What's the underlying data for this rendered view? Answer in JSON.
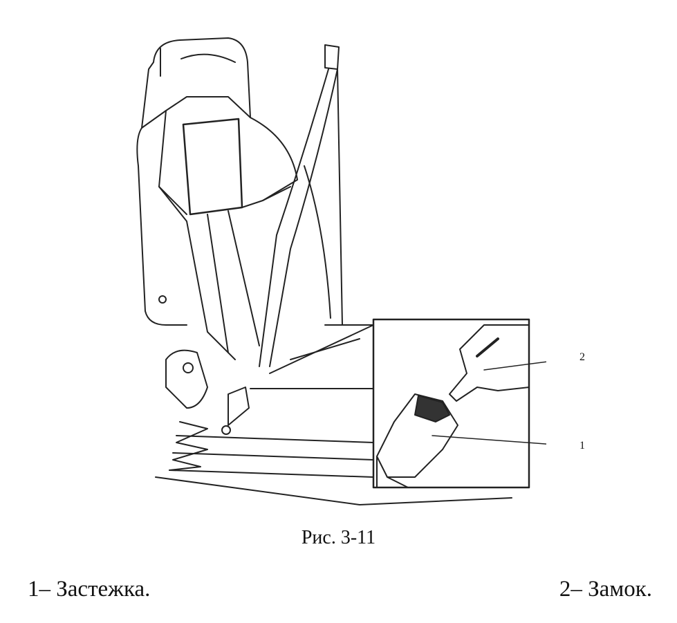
{
  "figure": {
    "caption": "Рис. 3-11",
    "callouts": [
      "1",
      "2"
    ]
  },
  "legend": [
    {
      "text": "1– Застежка."
    },
    {
      "text": "2– Замок."
    }
  ]
}
